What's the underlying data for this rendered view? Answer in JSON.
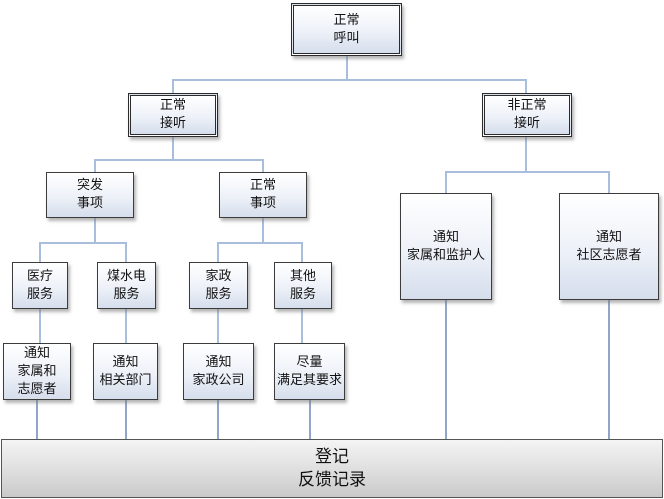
{
  "nodes": {
    "root": "正常\n呼叫",
    "normal_answer": "正常\n接听",
    "abnormal_answer": "非正常\n接听",
    "emergency": "突发\n事项",
    "normal_matter": "正常\n事项",
    "notify_family_guardian": "通知\n家属和监护人",
    "notify_community_volunteer": "通知\n社区志愿者",
    "medical": "医疗\n服务",
    "utilities": "煤水电\n服务",
    "housekeeping": "家政\n服务",
    "other": "其他\n服务",
    "notify_family_volunteer": "通知\n家属和\n志愿者",
    "notify_dept": "通知\n相关部门",
    "notify_housekeeping": "通知\n家政公司",
    "satisfy": "尽量\n满足其要求"
  },
  "base": {
    "line1": "登记",
    "line2": "反馈记录"
  }
}
